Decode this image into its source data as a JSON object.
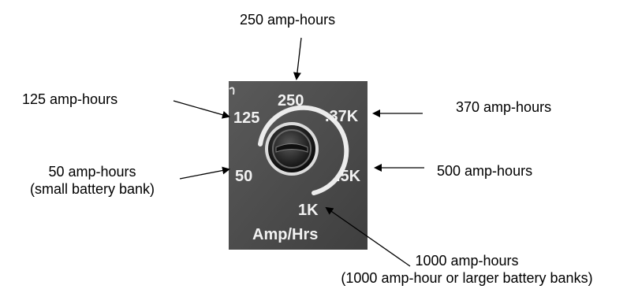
{
  "callouts": {
    "top": "250 amp-hours",
    "left_upper": "125 amp-hours",
    "left_lower_1": "50 amp-hours",
    "left_lower_2": "(small battery bank)",
    "right_upper": "370 amp-hours",
    "right_lower": "500 amp-hours",
    "bottom_1": "1000 amp-hours",
    "bottom_2": "(1000 amp-hour or larger battery banks)"
  },
  "panel": {
    "labels": {
      "l125": "125",
      "l250": "250",
      "l37k": ".37K",
      "l50": "50",
      "l5k": ".5K",
      "l1k": "1K",
      "unit": "Amp/Hrs"
    },
    "colors": {
      "panel": "#4d4d4d",
      "text": "#f2f2f2",
      "arrow": "#000000"
    }
  }
}
